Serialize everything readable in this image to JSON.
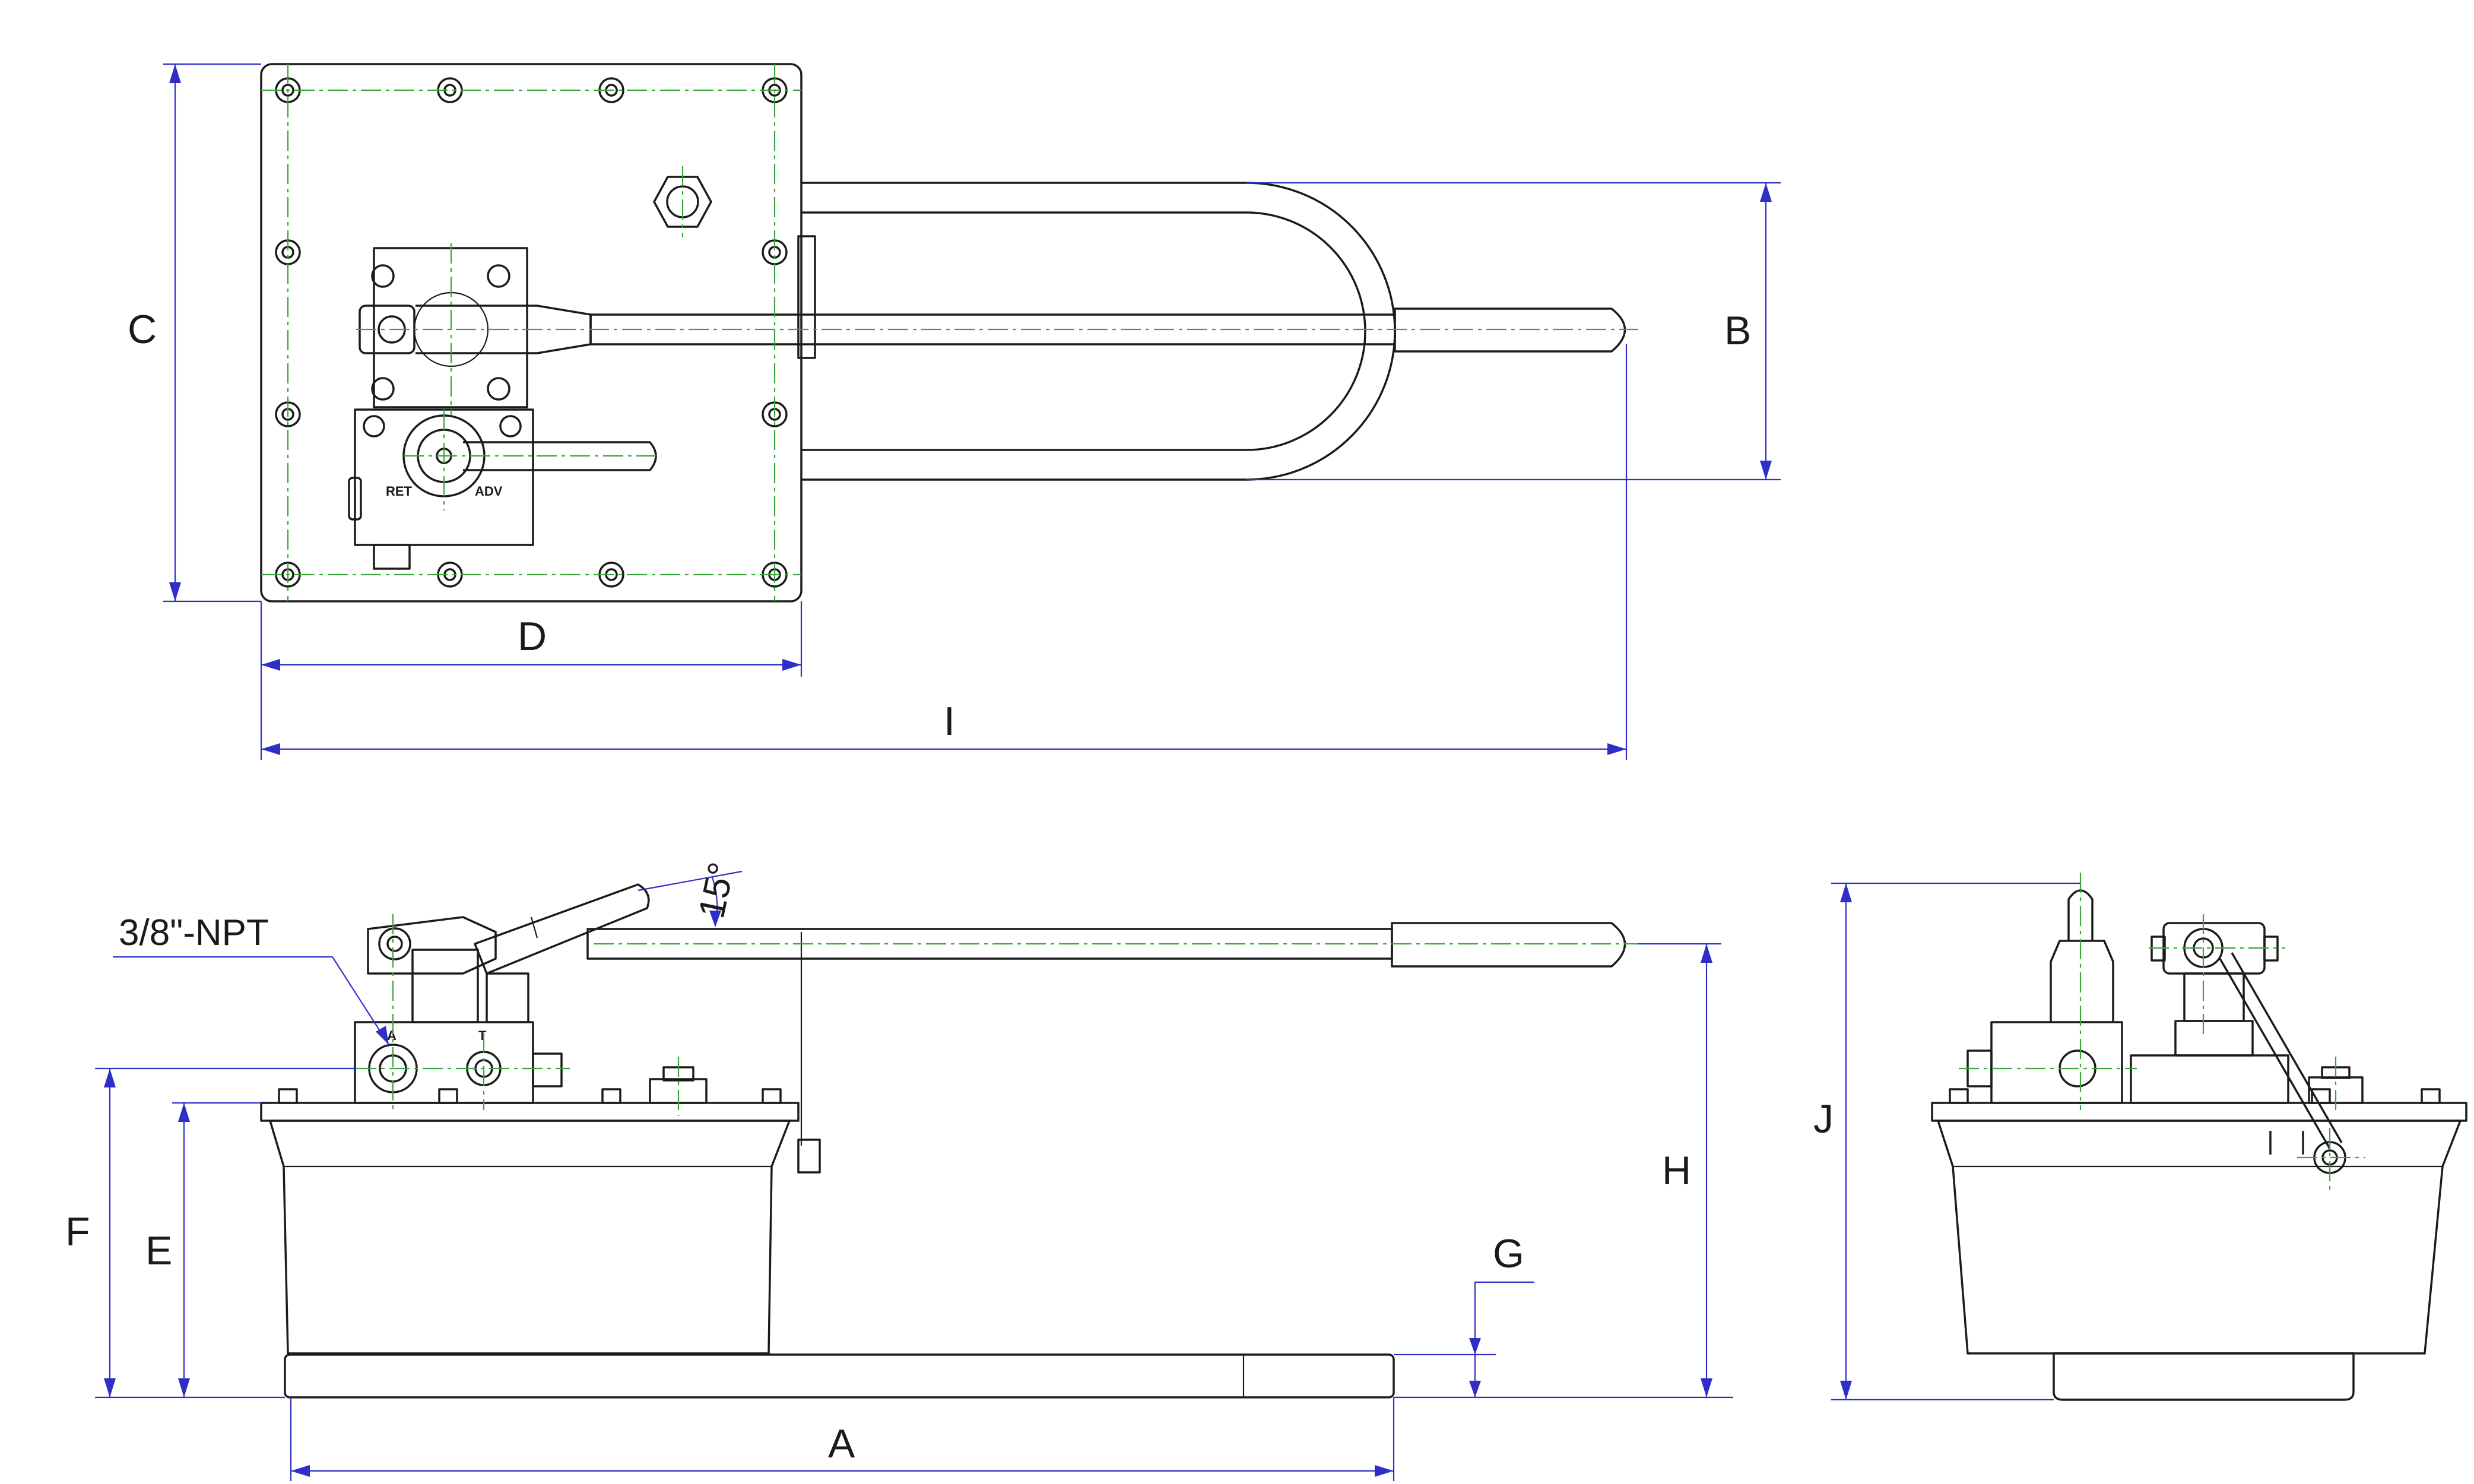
{
  "drawing": {
    "type": "technical-drawing",
    "subject": "hydraulic hand pump",
    "views": [
      "top",
      "front",
      "side"
    ],
    "colors": {
      "outline": "#1b1b1b",
      "dimension": "#2f2fc8",
      "centerline": "#3aa63a",
      "background": "#ffffff"
    }
  },
  "top_view": {
    "dimensions": {
      "c": "C",
      "b": "B",
      "d": "D",
      "i": "I"
    },
    "valve_labels": {
      "ret": "RET",
      "adv": "ADV"
    }
  },
  "front_view": {
    "dimensions": {
      "a": "A",
      "e": "E",
      "f": "F",
      "g": "G",
      "h": "H"
    },
    "angle": "15°",
    "port_callout": "3/8\"-NPT",
    "port_labels": {
      "a": "A",
      "t": "T"
    }
  },
  "side_view": {
    "dimensions": {
      "j": "J"
    }
  }
}
